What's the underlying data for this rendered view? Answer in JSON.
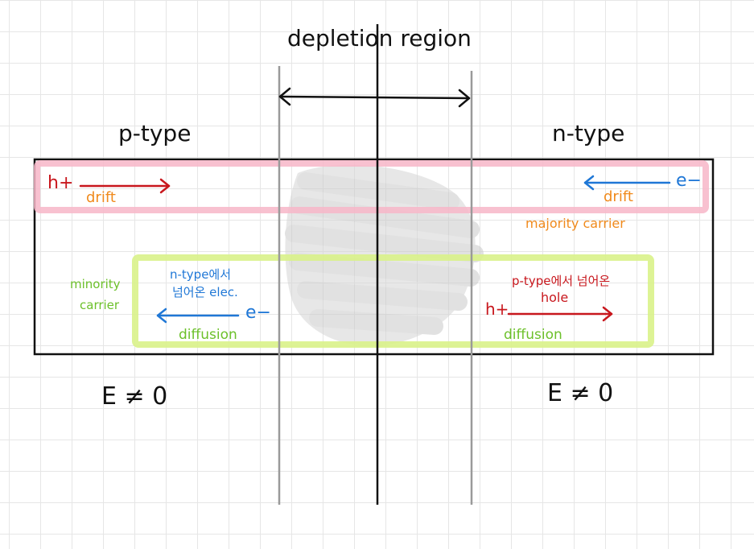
{
  "title": "depletion region",
  "p_side": {
    "label": "p-type",
    "majority_carrier": "h+",
    "majority_motion": "drift",
    "field": "E ≠ 0"
  },
  "n_side": {
    "label": "n-type",
    "majority_carrier": "e−",
    "majority_motion": "drift",
    "field": "E ≠ 0"
  },
  "majority_label": "majority carrier",
  "minority_label": [
    "minority",
    "carrier"
  ],
  "minority_left": {
    "note": [
      "n-type에서",
      "넘어온 elec."
    ],
    "carrier": "e−",
    "motion": "diffusion"
  },
  "minority_right": {
    "note": [
      "p-type에서 넘어온",
      "hole"
    ],
    "carrier": "h+",
    "motion": "diffusion"
  },
  "colors": {
    "red": "#c8171d",
    "blue": "#1f77d6",
    "orange": "#f08a1c",
    "green": "#6cc02a",
    "pink_band": "#f7b6c8",
    "green_band": "#d9f28a",
    "gray_line": "#9a9a9a"
  }
}
